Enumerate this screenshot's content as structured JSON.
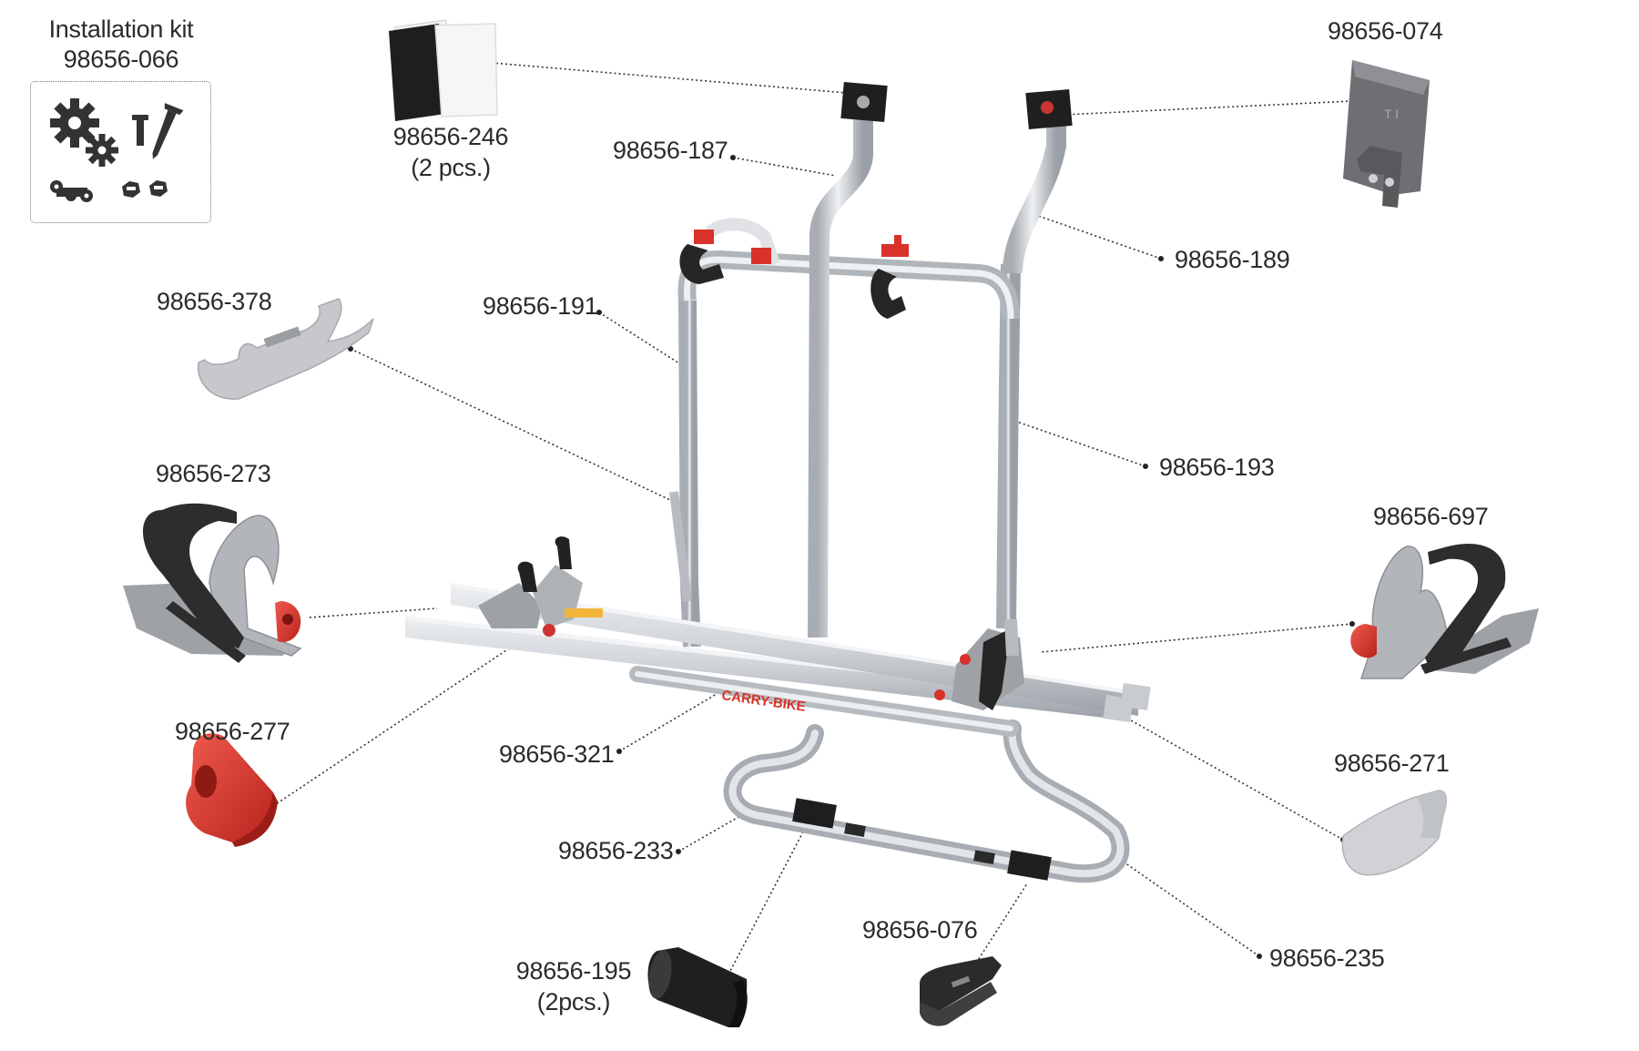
{
  "installation_kit": {
    "title": "Installation kit",
    "number": "98656-066"
  },
  "parts": {
    "p074": "98656-074",
    "p246": "98656-246",
    "p246_qty": "(2 pcs.)",
    "p187": "98656-187",
    "p189": "98656-189",
    "p378": "98656-378",
    "p191": "98656-191",
    "p193": "98656-193",
    "p273": "98656-273",
    "p697": "98656-697",
    "p277": "98656-277",
    "p321": "98656-321",
    "p271": "98656-271",
    "p233": "98656-233",
    "p076": "98656-076",
    "p195": "98656-195",
    "p195_qty": "(2pcs.)",
    "p235": "98656-235"
  },
  "brand_text": "CARRY-BIKE",
  "colors": {
    "aluminium": "#cfd3d8",
    "strap": "#2e2e2e",
    "red_knob": "#d8322a",
    "grey_plastic": "#b8bcc2",
    "leader": "#333333"
  }
}
